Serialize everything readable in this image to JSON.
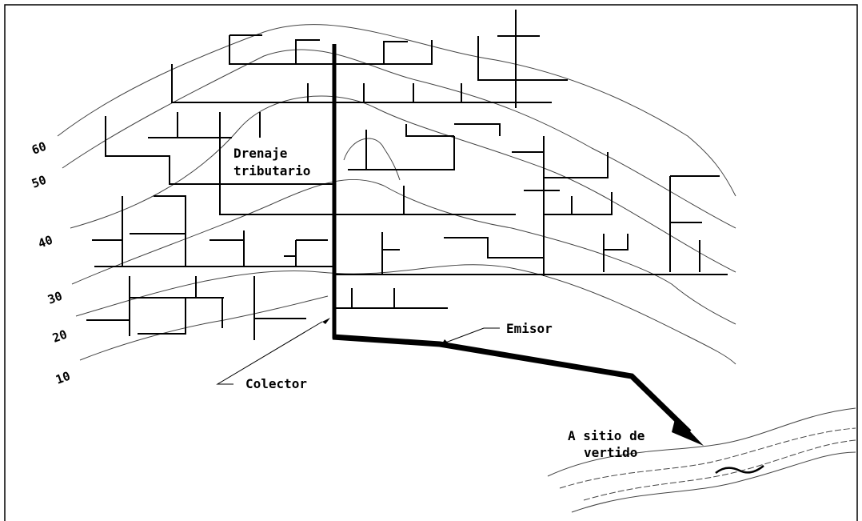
{
  "contour_labels": [
    "60",
    "50",
    "40",
    "30",
    "20",
    "10"
  ],
  "labels": {
    "tributary": [
      "Drenaje",
      "tributario"
    ],
    "collector": "Colector",
    "emitter": "Emisor",
    "discharge": [
      "A sitio de",
      "vertido"
    ]
  },
  "colors": {
    "line": "#000000",
    "contour": "#444444",
    "background": "#ffffff",
    "frame": "#000000"
  }
}
